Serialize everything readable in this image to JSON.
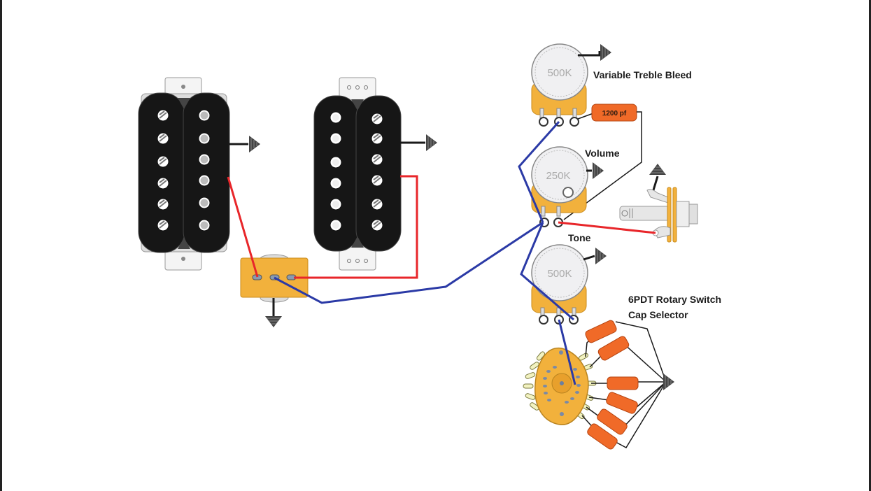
{
  "diagram": {
    "title": "Guitar wiring diagram: two humbuckers, 3-way toggle, variable treble bleed, volume, tone with 6PDT rotary cap selector",
    "colors": {
      "hot_wire": "#e8262a",
      "signal_wire": "#2b3aa6",
      "ground_wire": "#1a1a1a",
      "pot_body": "#f2b13c",
      "capacitor": "#f06a28",
      "pickup_cover": "#161616"
    },
    "components": {
      "neck_pickup": {
        "type": "humbucker",
        "poles_per_coil": 6
      },
      "bridge_pickup": {
        "type": "humbucker",
        "poles_per_coil": 6
      },
      "toggle_switch": {
        "type": "3-way switch"
      },
      "treble_bleed_pot": {
        "value": "500K",
        "label": "Variable Treble Bleed"
      },
      "treble_bleed_cap": {
        "value": "1200 pf"
      },
      "volume_pot": {
        "value": "250K",
        "label": "Volume"
      },
      "tone_pot": {
        "value": "500K",
        "label": "Tone"
      },
      "rotary_switch": {
        "label_line1": "6PDT Rotary Switch",
        "label_line2": "Cap Selector",
        "cap_count": 6
      },
      "output_jack": {
        "type": "1/4 inch jack"
      }
    },
    "icons": [
      "ground-symbol-icon",
      "solder-lug-icon",
      "pole-piece-icon"
    ]
  }
}
